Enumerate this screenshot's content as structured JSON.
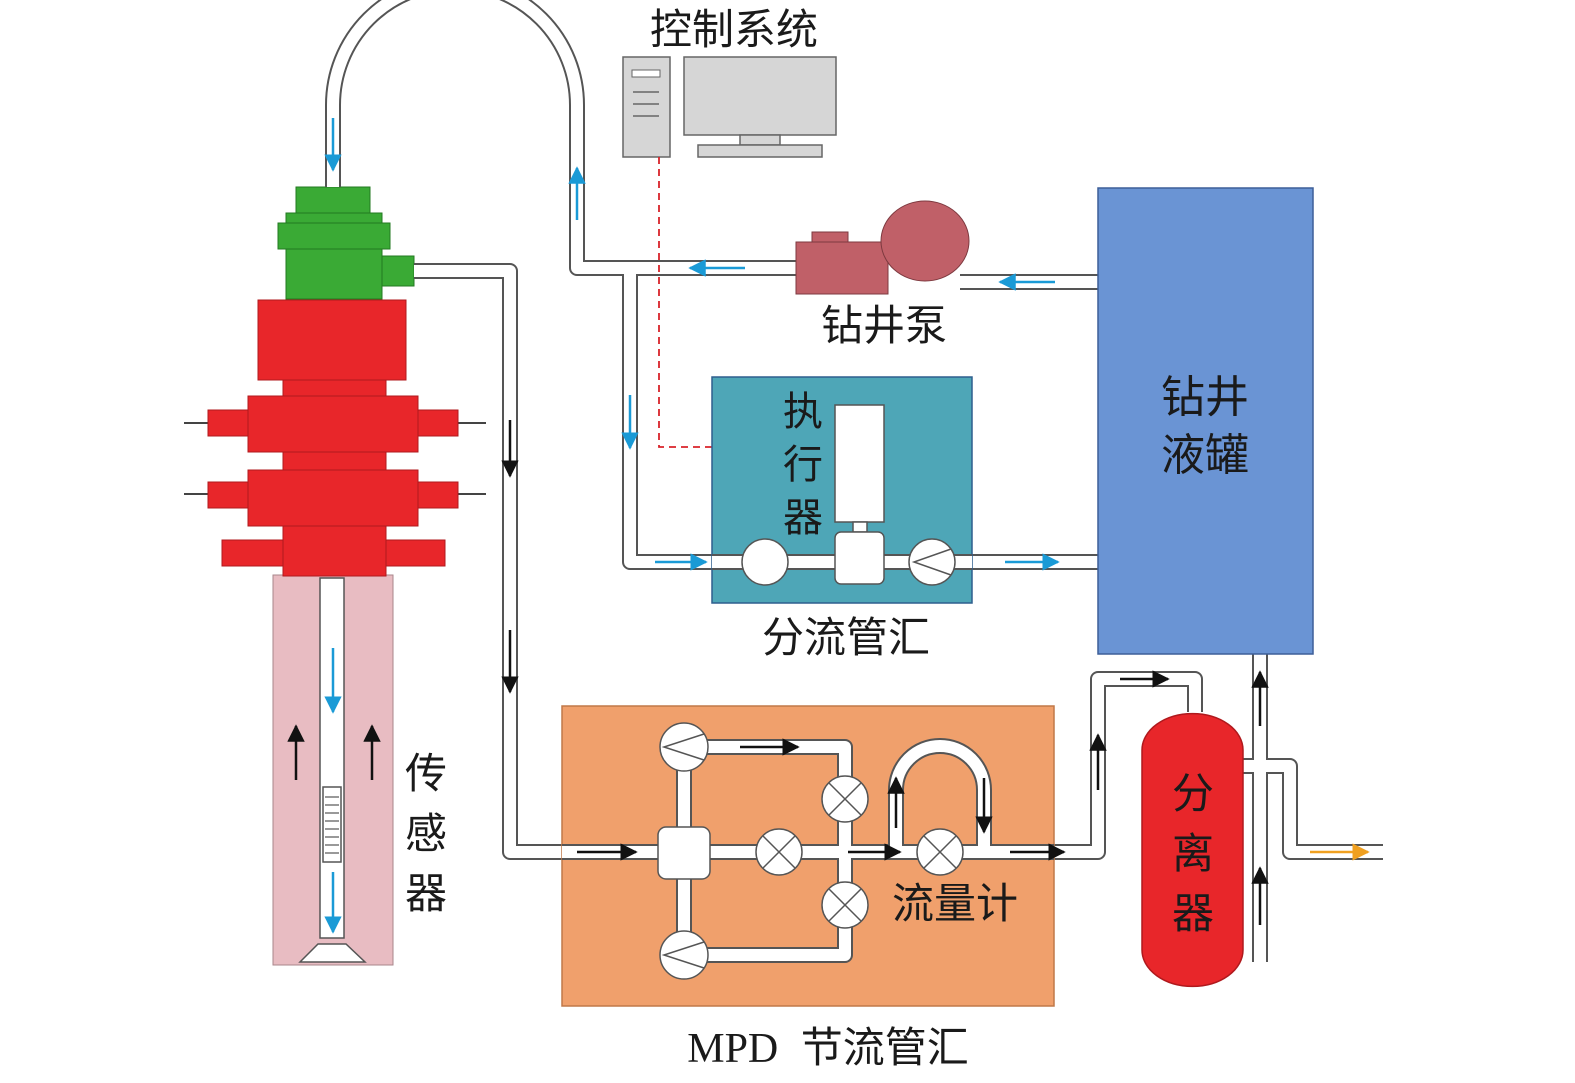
{
  "labels": {
    "control_system": "控制系统",
    "drilling_pump": "钻井泵",
    "tank_line1": "钻井",
    "tank_line2": "液罐",
    "actuator_1": "执",
    "actuator_2": "行",
    "actuator_3": "器",
    "diverter_manifold": "分流管汇",
    "sensor_1": "传",
    "sensor_2": "感",
    "sensor_3": "器",
    "flow_meter": "流量计",
    "separator_1": "分",
    "separator_2": "离",
    "separator_3": "器",
    "mpd_prefix": "MPD",
    "mpd_suffix": "节流管汇"
  },
  "colors": {
    "pipe_fill": "#ffffff",
    "pipe_stroke": "#555555",
    "wellhead_green": "#3aaa35",
    "bop_red": "#e8262a",
    "wellbore_pink": "#e8bcc2",
    "pump_red": "#c06068",
    "tank_blue": "#6a94d4",
    "diverter_teal": "#4ea6b7",
    "mpd_orange": "#f0a06c",
    "separator_red": "#e8262a",
    "computer_gray": "#d6d6d6",
    "arrow_blue": "#1a9ad6",
    "arrow_black": "#111111",
    "arrow_orange": "#f0a020",
    "signal_red": "#d9232a"
  }
}
